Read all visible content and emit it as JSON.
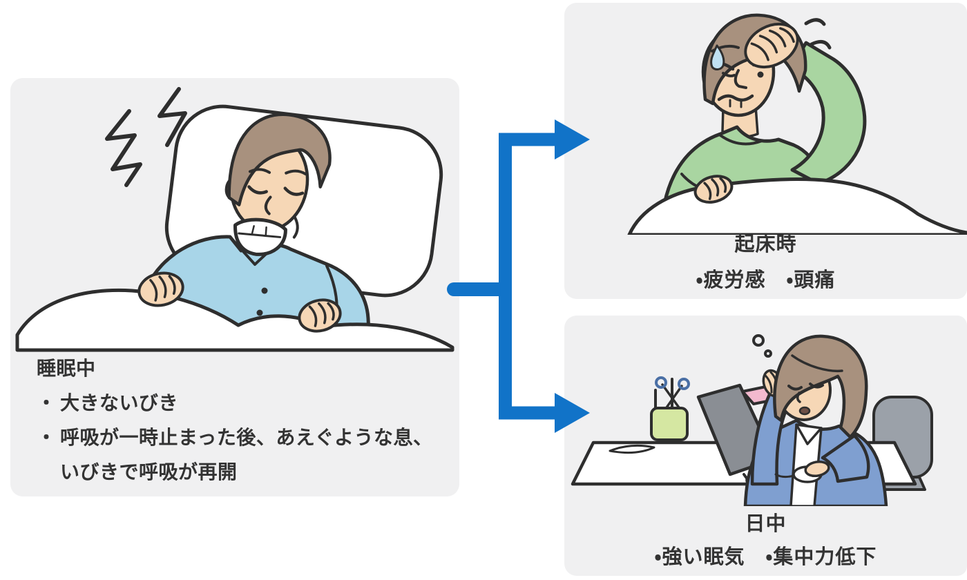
{
  "colors": {
    "page-bg": "#ffffff",
    "panel-bg": "#f0f0f1",
    "text": "#333333",
    "arrow": "#1173c8",
    "line": "#2e2e2e",
    "skin": "#f6d7b6",
    "hair": "#a8917e",
    "pajama": "#a8d5e8",
    "sweater": "#a9d5a1",
    "cardigan": "#7f9fd0",
    "monitor": "#8a8e94",
    "chair": "#9ba1a9",
    "cup": "#d5e7a2",
    "notebook": "#f3b9ce",
    "sweat": "#bfe0f2",
    "blanket": "#ffffff"
  },
  "sleep_panel": {
    "title": "睡眠中",
    "bullet_mark": "・",
    "bullets": [
      "大きないびき",
      "呼吸が一時止まった後、あえぐような息、\nいびきで呼吸が再開"
    ],
    "illustration": "布団で大きないびきをかいて眠る男性"
  },
  "waking_panel": {
    "title": "起床時",
    "symptoms": "・疲労感　・頭痛",
    "illustration": "頭を押さえて起き上がる男性"
  },
  "daytime_panel": {
    "title": "日中",
    "symptoms": "・強い眠気　・集中力低下",
    "illustration": "デスクで居眠りしそうな女性"
  }
}
